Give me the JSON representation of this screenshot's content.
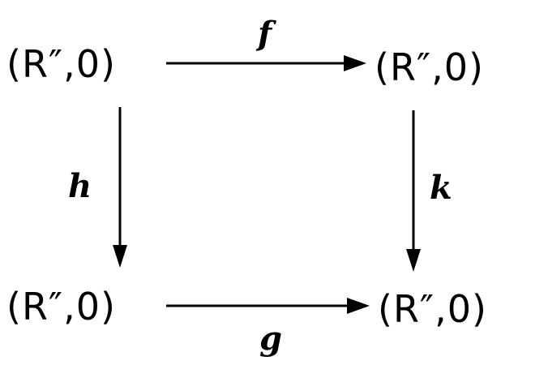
{
  "diagram": {
    "nodes": {
      "top_left": "(R″,0)",
      "top_right": "(R″,0)",
      "bottom_left": "(R″,0)",
      "bottom_right": "(R″,0)"
    },
    "arrows": {
      "top": "f",
      "left": "h",
      "right": "k",
      "bottom": "g"
    }
  }
}
